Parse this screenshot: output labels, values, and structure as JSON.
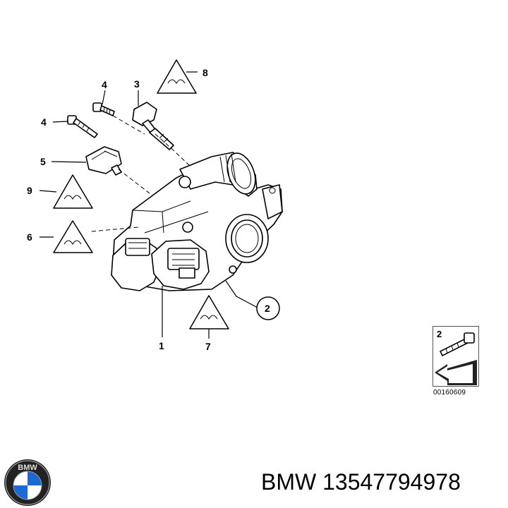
{
  "callouts": {
    "p1": "1",
    "p2": "2",
    "p3": "3",
    "p4a": "4",
    "p4b": "4",
    "p5": "5",
    "p6": "6",
    "p7": "7",
    "p8": "8",
    "p9": "9"
  },
  "legend": {
    "number": "2"
  },
  "diagram_code": "00160609",
  "caption": "BMW 13547794978",
  "logo": {
    "lettering": "BMW",
    "icon": "bmw-roundel-icon"
  }
}
